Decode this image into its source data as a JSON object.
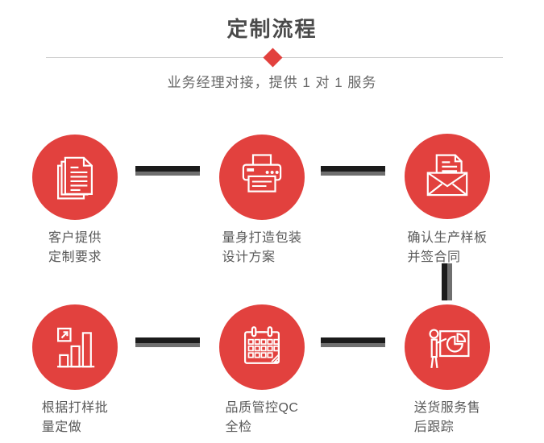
{
  "header": {
    "title": "定制流程",
    "subtitle": "业务经理对接，提供 1 对 1 服务"
  },
  "colors": {
    "accent_red": "#e2413e",
    "connector_black": "#1b1b1b",
    "connector_gray": "#6f6f6f",
    "divider_gray": "#cccccc",
    "title_text": "#4a4a4a",
    "label_text": "#595959"
  },
  "steps": [
    {
      "icon": "documents-icon",
      "label_line1": "客户提供",
      "label_line2": "定制要求"
    },
    {
      "icon": "printer-icon",
      "label_line1": "量身打造包装",
      "label_line2": "设计方案"
    },
    {
      "icon": "envelope-icon",
      "label_line1": "确认生产样板",
      "label_line2": "并签合同"
    },
    {
      "icon": "bar-chart-icon",
      "label_line1": "根据打样批",
      "label_line2": "量定做"
    },
    {
      "icon": "calendar-icon",
      "label_line1": "品质管控QC",
      "label_line2": "全检"
    },
    {
      "icon": "presentation-icon",
      "label_line1": "送货服务售",
      "label_line2": "后跟踪"
    }
  ]
}
